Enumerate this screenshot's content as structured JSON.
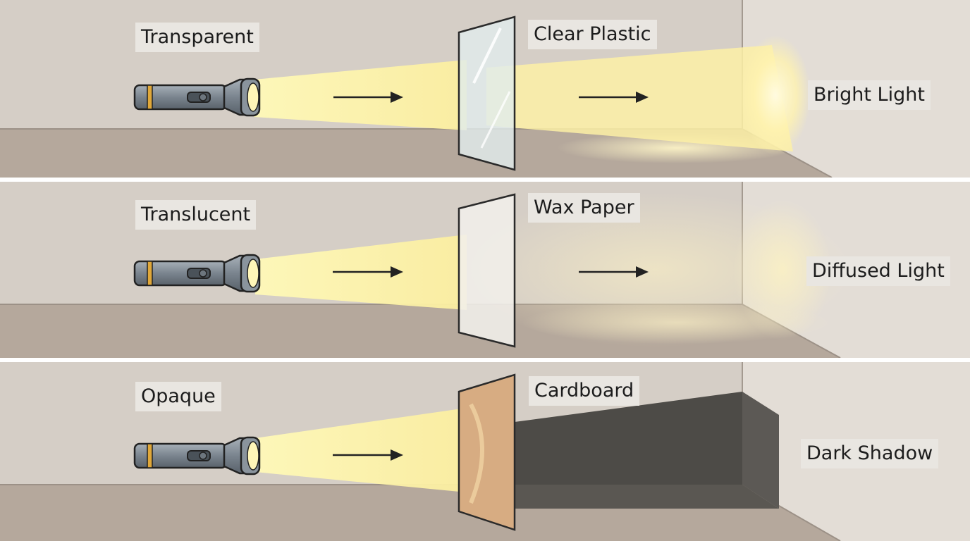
{
  "colors": {
    "wall": "#d5cec6",
    "floor": "#b5a89c",
    "side_wall": "#e3ddd6",
    "beam": "#fff3a3",
    "clear_plastic": "#e1ecec",
    "wax_paper": "#f1efeb",
    "cardboard": "#d7ac82",
    "shadow": "#4d4b47",
    "flashlight_body": "#7b858f",
    "flashlight_band": "#e0a83a"
  },
  "panels": [
    {
      "category": "Transparent",
      "material": "Clear Plastic",
      "result": "Bright Light",
      "material_type": "clear_plastic",
      "light_passes": true
    },
    {
      "category": "Translucent",
      "material": "Wax Paper",
      "result": "Diffused Light",
      "material_type": "wax_paper",
      "light_passes": true
    },
    {
      "category": "Opaque",
      "material": "Cardboard",
      "result": "Dark Shadow",
      "material_type": "cardboard",
      "light_passes": false
    }
  ]
}
